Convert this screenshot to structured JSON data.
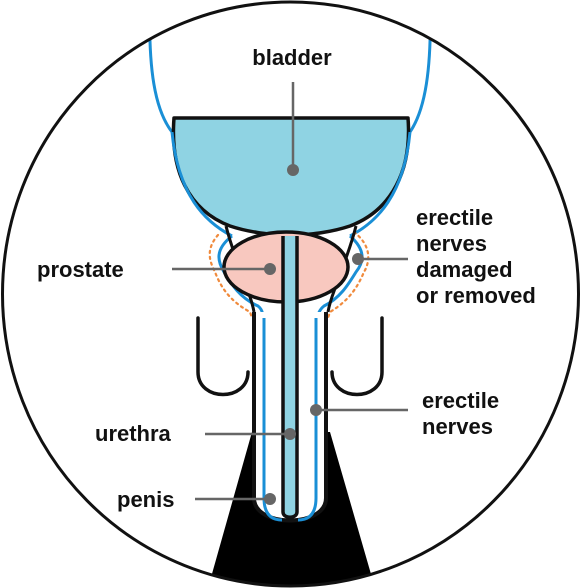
{
  "labels": {
    "bladder": "bladder",
    "prostate": "prostate",
    "erectile_nerves_damaged": [
      "erectile",
      "nerves",
      "damaged",
      "or removed"
    ],
    "erectile_nerves": [
      "erectile",
      "nerves"
    ],
    "urethra": "urethra",
    "penis": "penis"
  },
  "colors": {
    "bladder_fill": "#8fd3e3",
    "prostate_fill": "#f8c8bf",
    "nerve_blue": "#1a8fd6",
    "damaged_dots": "#f08a3c",
    "outline": "#111111",
    "pointer": "#666666",
    "black_fill": "#000000"
  }
}
